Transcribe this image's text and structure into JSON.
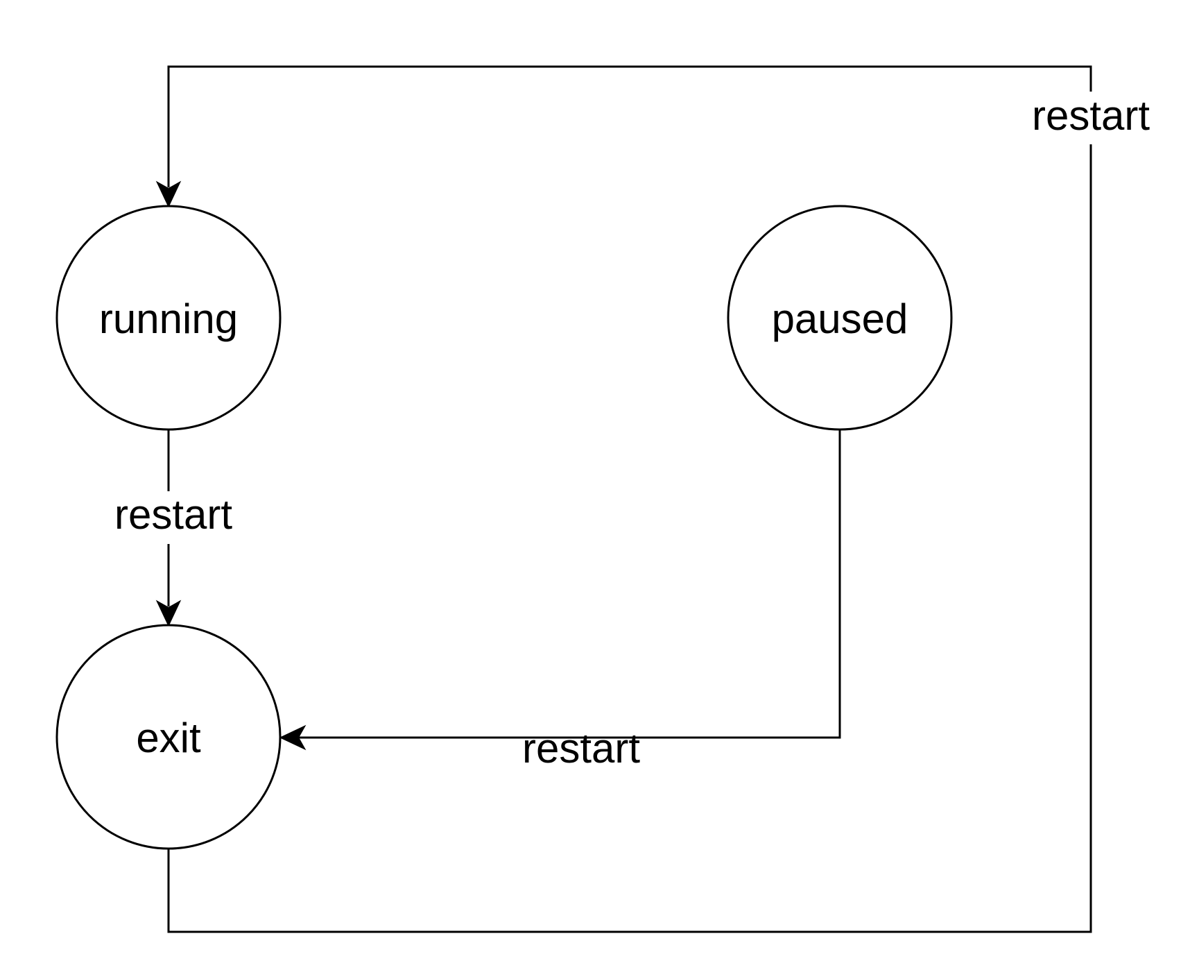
{
  "states": {
    "running": "running",
    "paused": "paused",
    "exit": "exit"
  },
  "transitions": {
    "exit_to_running": "restart",
    "running_to_exit": "restart",
    "paused_to_exit": "restart"
  },
  "colors": {
    "stroke": "#000000",
    "background": "#ffffff"
  }
}
